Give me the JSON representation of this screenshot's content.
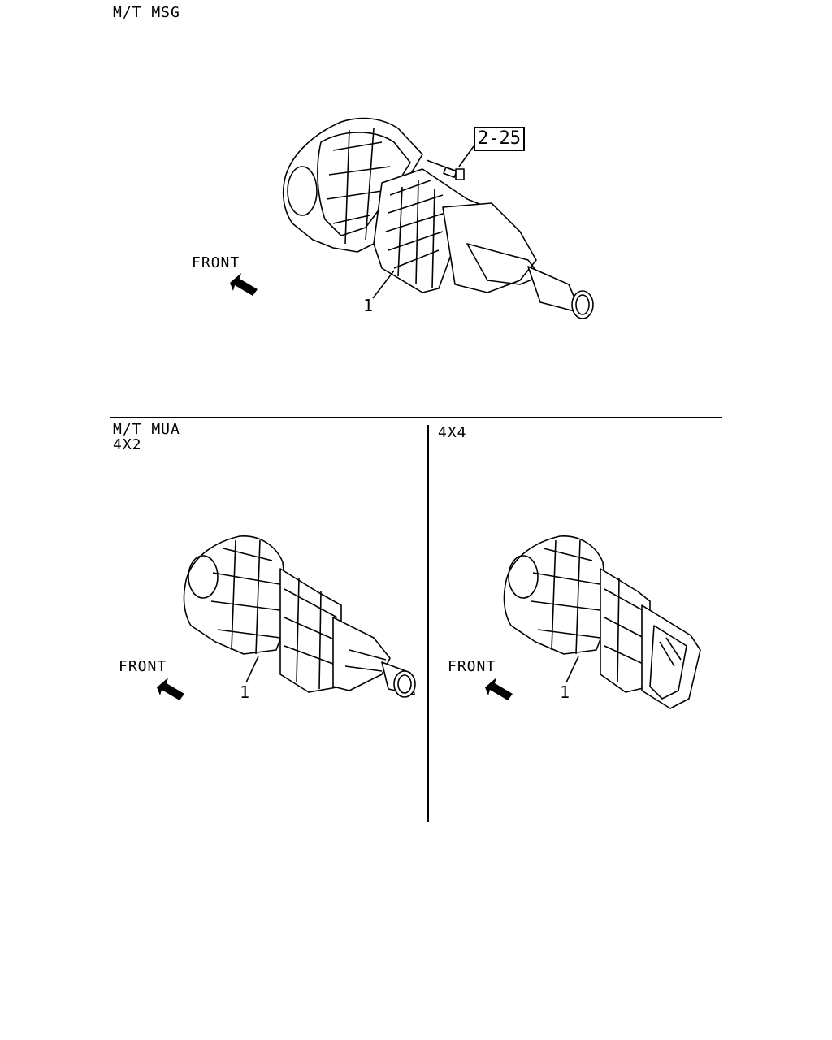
{
  "sections": {
    "msg": {
      "title": "M/T MSG",
      "front_label": "FRONT",
      "callout": "1",
      "ref": "2-25"
    },
    "mua_4x2": {
      "title": "M/T MUA",
      "subtitle": "4X2",
      "front_label": "FRONT",
      "callout": "1"
    },
    "mua_4x4": {
      "title": "4X4",
      "front_label": "FRONT",
      "callout": "1"
    }
  },
  "icons": [
    "front-arrow-icon",
    "transmission-illustration"
  ]
}
